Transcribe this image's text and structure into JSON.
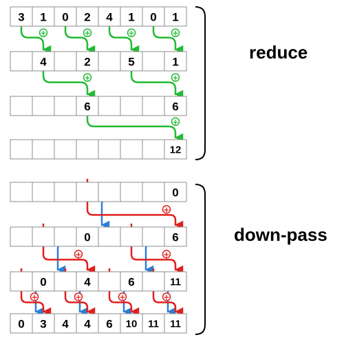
{
  "labels": {
    "reduce": "reduce",
    "downpass": "down-pass"
  },
  "plus_symbol": "+",
  "colors": {
    "green": "#22bb33",
    "red": "#e0201e",
    "blue": "#2b7fd6"
  },
  "reduce_rows": [
    [
      "3",
      "1",
      "0",
      "2",
      "4",
      "1",
      "0",
      "1"
    ],
    [
      "",
      "4",
      "",
      "2",
      "",
      "5",
      "",
      "1"
    ],
    [
      "",
      "",
      "",
      "6",
      "",
      "",
      "",
      "6"
    ],
    [
      "",
      "",
      "",
      "",
      "",
      "",
      "",
      "12"
    ]
  ],
  "downpass_rows": [
    [
      "",
      "",
      "",
      "",
      "",
      "",
      "",
      "0"
    ],
    [
      "",
      "",
      "",
      "0",
      "",
      "",
      "",
      "6"
    ],
    [
      "",
      "0",
      "",
      "4",
      "",
      "6",
      "",
      "11"
    ],
    [
      "0",
      "3",
      "4",
      "4",
      "6",
      "10",
      "11",
      "11"
    ]
  ]
}
